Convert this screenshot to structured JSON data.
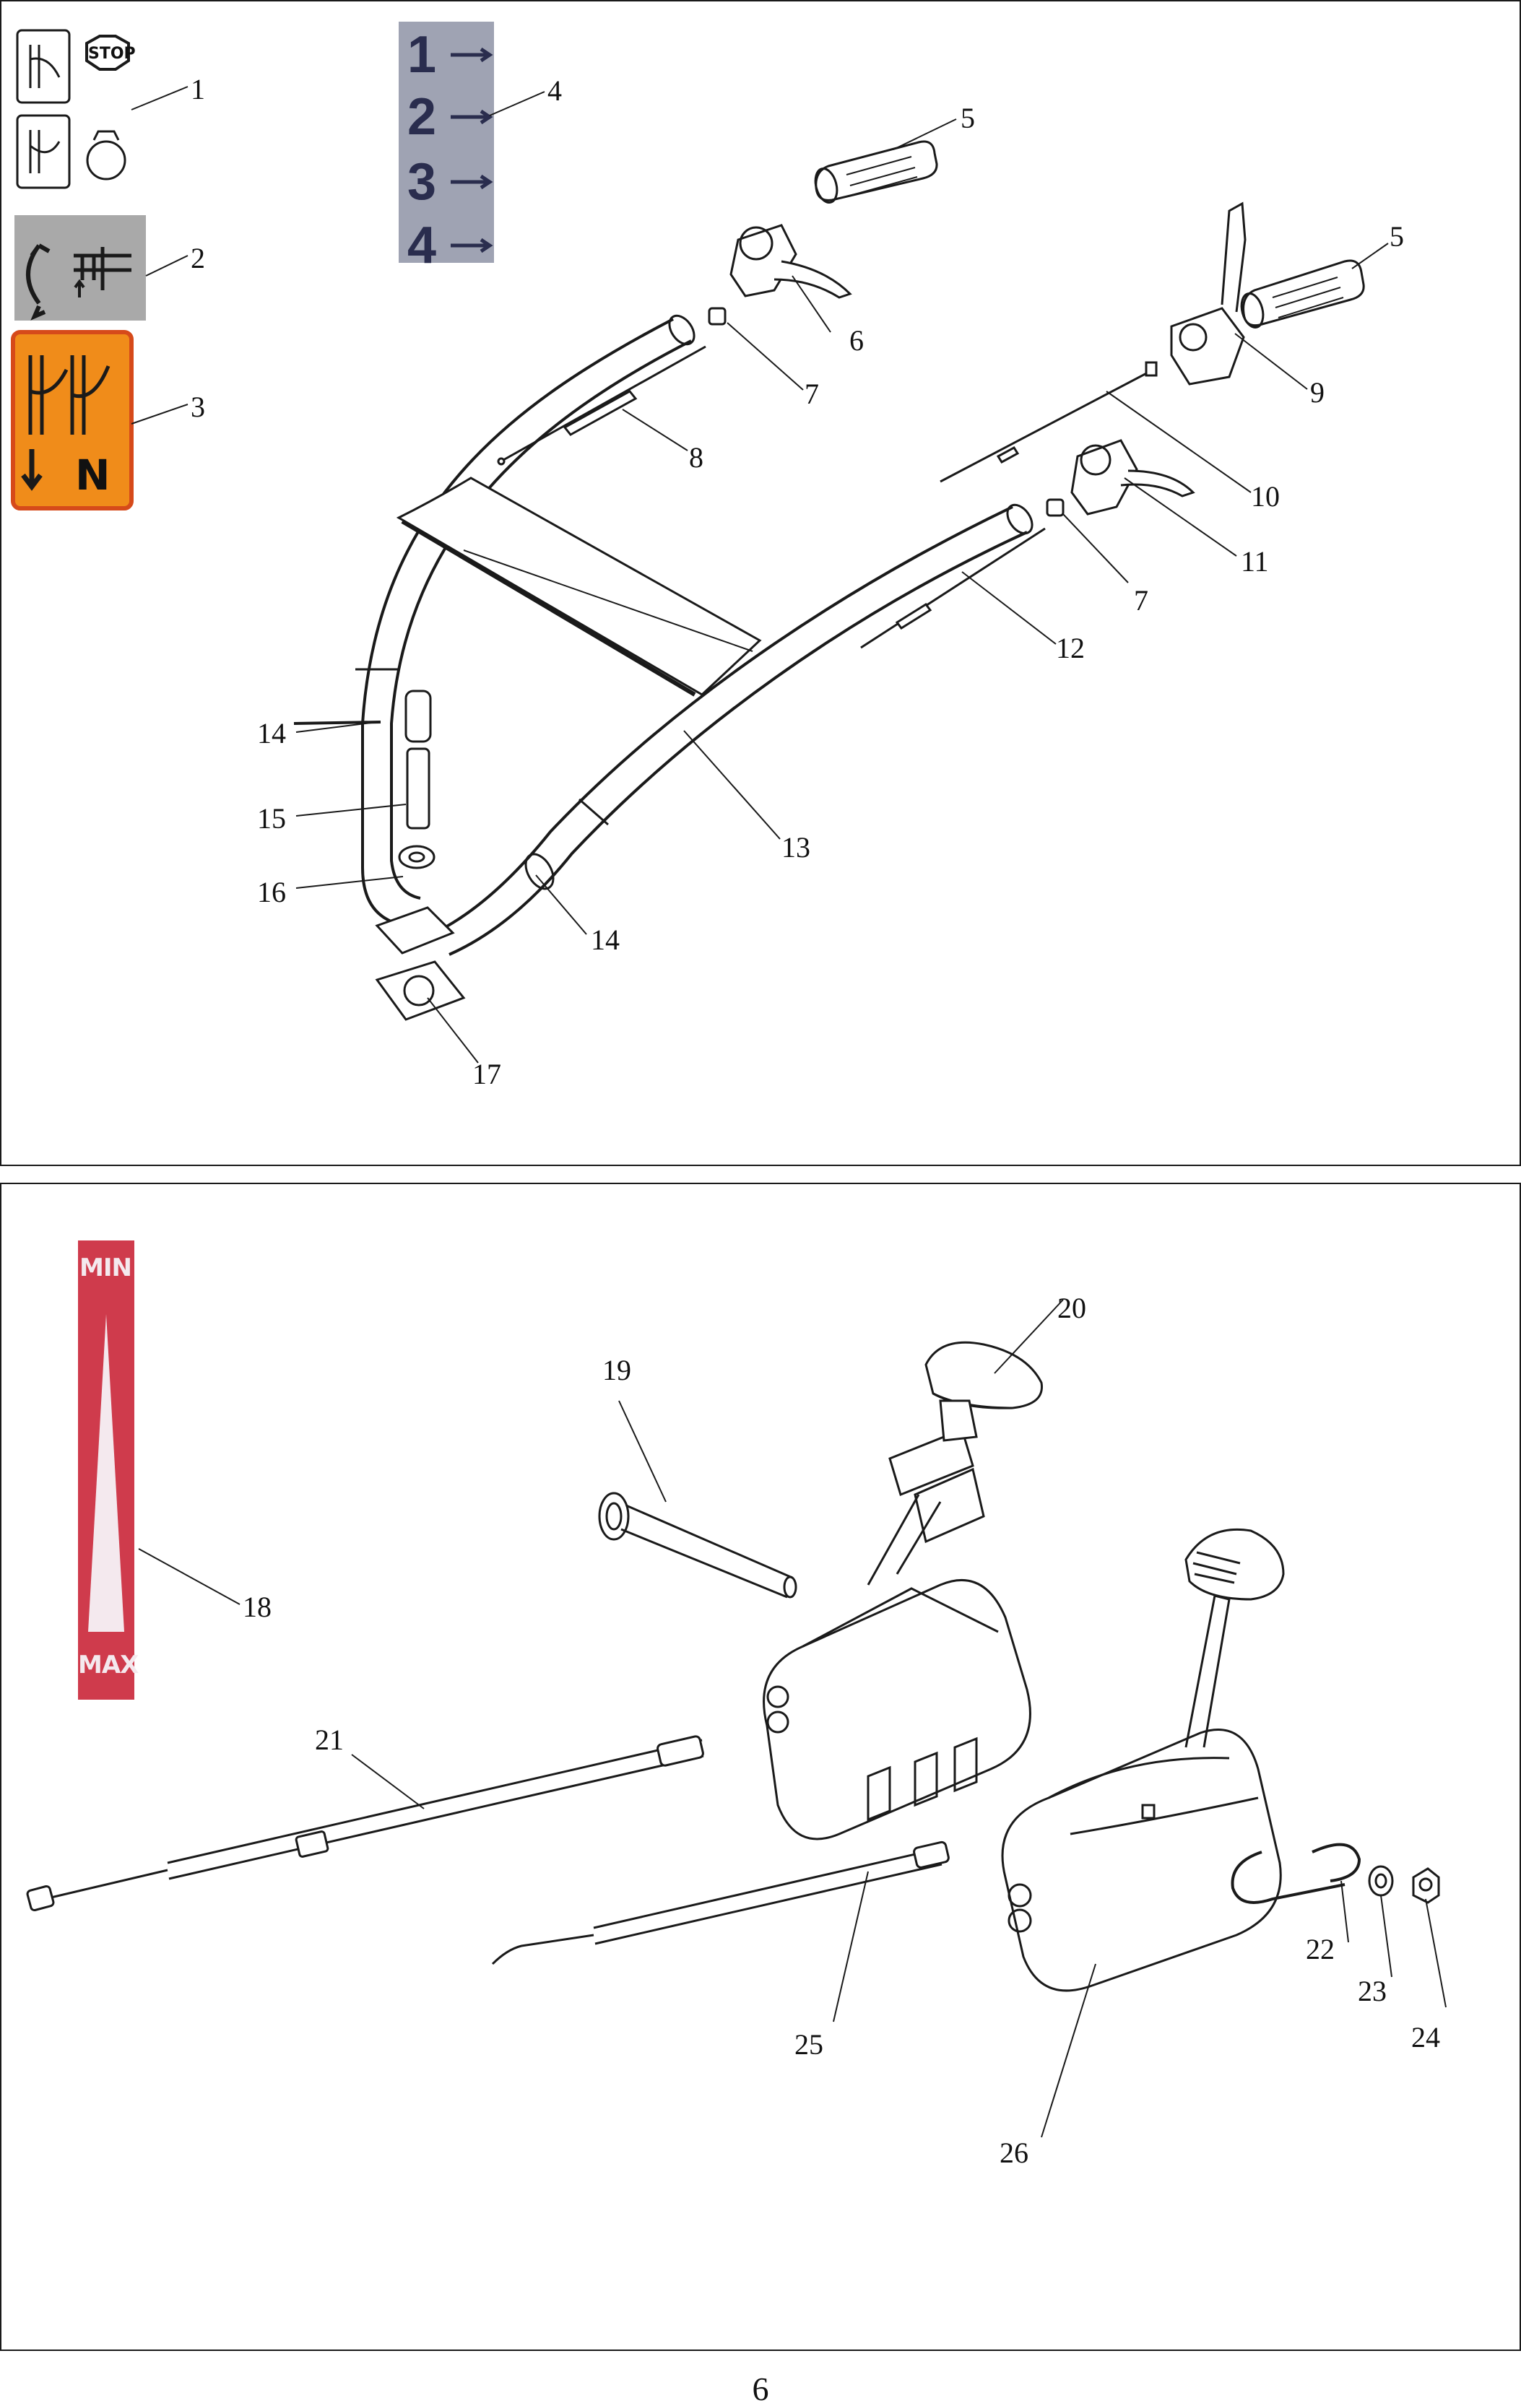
{
  "page": {
    "number": "6"
  },
  "callouts": {
    "c1": "1",
    "c2": "2",
    "c3": "3",
    "c4": "4",
    "c5a": "5",
    "c5b": "5",
    "c6": "6",
    "c7a": "7",
    "c7b": "7",
    "c8": "8",
    "c9": "9",
    "c10": "10",
    "c11": "11",
    "c12": "12",
    "c13": "13",
    "c14a": "14",
    "c14b": "14",
    "c15": "15",
    "c16": "16",
    "c17": "17",
    "c18": "18",
    "c19": "19",
    "c20": "20",
    "c21": "21",
    "c22": "22",
    "c23": "23",
    "c24": "24",
    "c25": "25",
    "c26": "26"
  },
  "decals": {
    "stop_sign": "STOP",
    "gears": [
      "1",
      "2",
      "3",
      "4"
    ],
    "neutral_mark": "N",
    "throttle_min": "MIN",
    "throttle_max": "MAX"
  },
  "colors": {
    "decal_orange": "#f08c1a",
    "decal_orange_border": "#d64a1a",
    "decal_grey": "#a9a9a9",
    "gear_decal_bg": "#9fa3b3",
    "throttle_red": "#cf3b4c",
    "line": "#1a1a1a"
  }
}
